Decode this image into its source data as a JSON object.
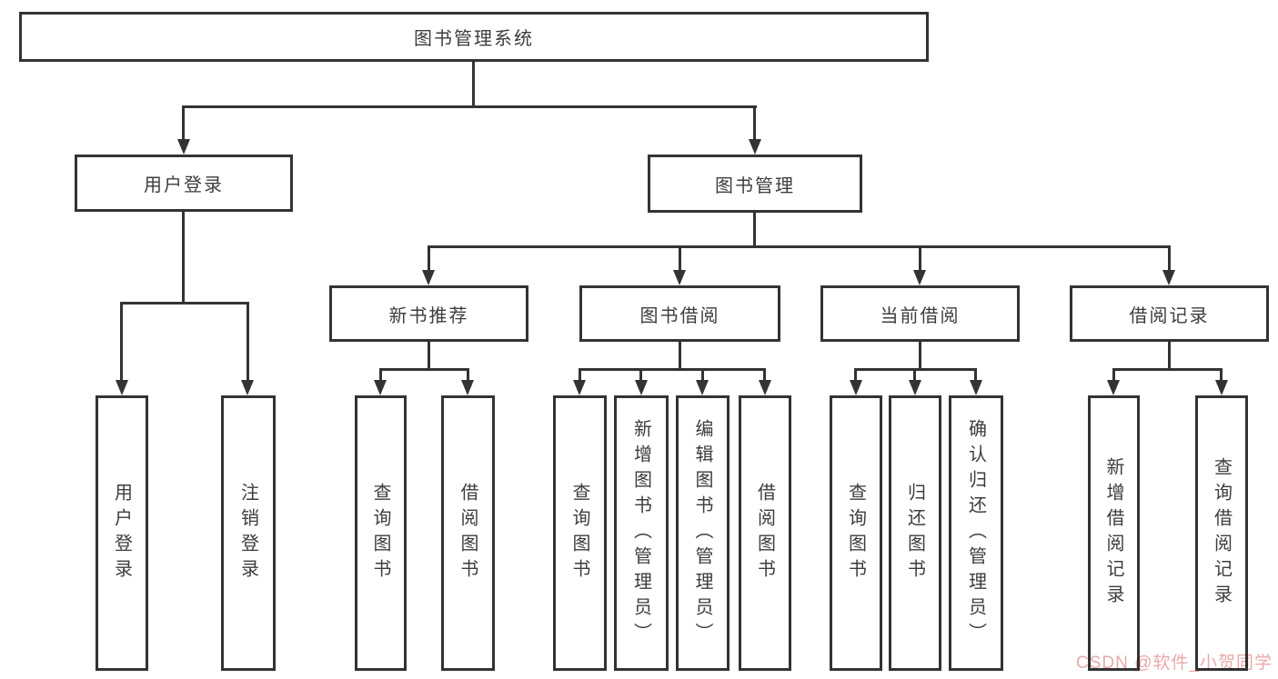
{
  "tree": {
    "label": "图书管理系统",
    "children": [
      {
        "label": "用户登录",
        "children": [
          {
            "label": "用户登录"
          },
          {
            "label": "注销登录"
          }
        ]
      },
      {
        "label": "图书管理",
        "children": [
          {
            "label": "新书推荐",
            "children": [
              {
                "label": "查询图书"
              },
              {
                "label": "借阅图书"
              }
            ]
          },
          {
            "label": "图书借阅",
            "children": [
              {
                "label": "查询图书"
              },
              {
                "label": "新增图书（管理员）"
              },
              {
                "label": "编辑图书（管理员）"
              },
              {
                "label": "借阅图书"
              }
            ]
          },
          {
            "label": "当前借阅",
            "children": [
              {
                "label": "查询图书"
              },
              {
                "label": "归还图书"
              },
              {
                "label": "确认归还（管理员）"
              }
            ]
          },
          {
            "label": "借阅记录",
            "children": [
              {
                "label": "新增借阅记录"
              },
              {
                "label": "查询借阅记录"
              }
            ]
          }
        ]
      }
    ]
  },
  "watermark": {
    "text": "CSDN @软件_小贺同学",
    "color": "#e9a9a9"
  },
  "colors": {
    "line": "#333333",
    "node_border": "#333333",
    "node_text": "#3d3d3d",
    "background": "#ffffff"
  }
}
